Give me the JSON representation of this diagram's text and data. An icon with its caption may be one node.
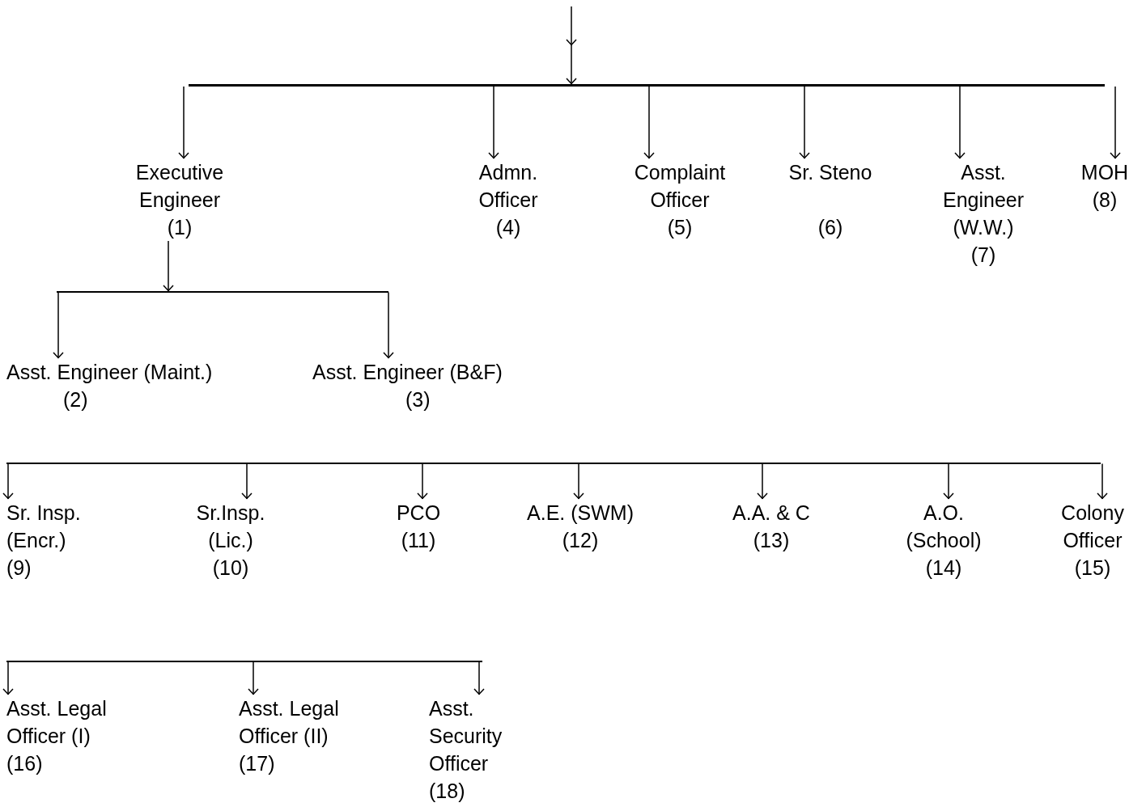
{
  "diagram": {
    "nodes": [
      {
        "text": [],
        "shape": "bar"
      },
      {
        "text": [
          "Executive Engineer",
          "(1)"
        ]
      },
      {
        "text": [
          "Admn. Officer",
          "(4)"
        ]
      },
      {
        "text": [
          "Complaint Officer",
          "(5)"
        ]
      },
      {
        "text": [
          "Sr. Steno",
          "(6)"
        ]
      },
      {
        "text": [
          "Asst. Engineer (W.W.)",
          "(7)"
        ]
      },
      {
        "text": [
          "MOH",
          "(8)"
        ]
      },
      {
        "text": [],
        "shape": "bar"
      },
      {
        "text": [
          "Asst. Engineer (Maint.)",
          "(2)"
        ]
      },
      {
        "text": [
          "Asst. Engineer (B&F)",
          "(3)"
        ]
      },
      {
        "text": [],
        "shape": "bar"
      },
      {
        "text": [
          "Sr. Insp. (Encr.)",
          "(9)"
        ]
      },
      {
        "text": [
          "Sr.Insp. (Lic.)",
          "(10)"
        ]
      },
      {
        "text": [
          "PCO",
          "(11)"
        ]
      },
      {
        "text": [
          "A.E. (SWM)",
          "(12)"
        ]
      },
      {
        "text": [
          "A.A. & C",
          "(13)"
        ]
      },
      {
        "text": [
          "A.O. (School)",
          "(14)"
        ]
      },
      {
        "text": [
          "Colony Officer",
          "(15)"
        ]
      },
      {
        "text": [],
        "shape": "bar"
      },
      {
        "text": [
          "Asst. Legal Officer (I)",
          "(16)"
        ]
      },
      {
        "text": [
          "Asst. Legal Officer (II)",
          "(17)"
        ]
      },
      {
        "text": [
          "Asst. Security Officer",
          "(18)"
        ]
      }
    ],
    "edges": [
      {
        "from": null,
        "to": 0,
        "arrow": "to"
      },
      {
        "from": 0,
        "to": 1,
        "arrow": "to"
      },
      {
        "from": 0,
        "to": 2,
        "arrow": "to"
      },
      {
        "from": 0,
        "to": 3,
        "arrow": "to"
      },
      {
        "from": 0,
        "to": 4,
        "arrow": "to"
      },
      {
        "from": 0,
        "to": 5,
        "arrow": "to"
      },
      {
        "from": 0,
        "to": 6,
        "arrow": "to"
      },
      {
        "from": 1,
        "to": 7,
        "arrow": "to"
      },
      {
        "from": 7,
        "to": 8,
        "arrow": "to"
      },
      {
        "from": 7,
        "to": 9,
        "arrow": "to"
      },
      {
        "from": 10,
        "to": 11,
        "arrow": "to"
      },
      {
        "from": 10,
        "to": 12,
        "arrow": "to"
      },
      {
        "from": 10,
        "to": 13,
        "arrow": "to"
      },
      {
        "from": 10,
        "to": 14,
        "arrow": "to"
      },
      {
        "from": 10,
        "to": 15,
        "arrow": "to"
      },
      {
        "from": 10,
        "to": 16,
        "arrow": "to"
      },
      {
        "from": 10,
        "to": 17,
        "arrow": "to"
      },
      {
        "from": 18,
        "to": 19,
        "arrow": "to"
      },
      {
        "from": 18,
        "to": 20,
        "arrow": "to"
      },
      {
        "from": 18,
        "to": 21,
        "arrow": "to"
      }
    ]
  }
}
